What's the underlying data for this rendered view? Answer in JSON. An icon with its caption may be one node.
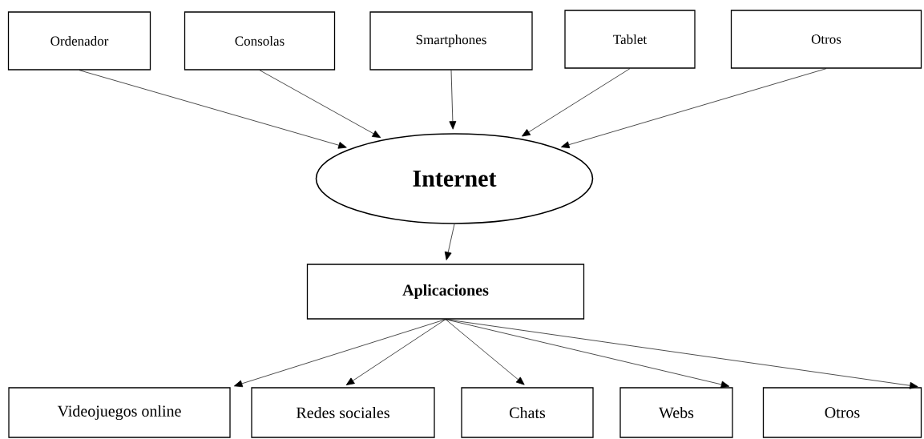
{
  "diagram": {
    "nodes": [
      {
        "text": [
          "Ordenador"
        ]
      },
      {
        "text": [
          "Consolas"
        ]
      },
      {
        "text": [
          "Smartphones"
        ]
      },
      {
        "text": [
          "Tablet"
        ]
      },
      {
        "text": [
          "Otros"
        ]
      },
      {
        "text": [
          "Internet"
        ]
      },
      {
        "text": [
          "Aplicaciones"
        ]
      },
      {
        "text": [
          "Videojuegos online"
        ]
      },
      {
        "text": [
          "Redes sociales"
        ]
      },
      {
        "text": [
          "Chats"
        ]
      },
      {
        "text": [
          "Webs"
        ]
      },
      {
        "text": [
          "Otros"
        ]
      }
    ],
    "edges": [
      {
        "from": 0,
        "to": 5,
        "arrow": "to"
      },
      {
        "from": 1,
        "to": 5,
        "arrow": "to"
      },
      {
        "from": 2,
        "to": 5,
        "arrow": "to"
      },
      {
        "from": 3,
        "to": 5,
        "arrow": "to"
      },
      {
        "from": 4,
        "to": 5,
        "arrow": "to"
      },
      {
        "from": 5,
        "to": 6,
        "arrow": "to"
      },
      {
        "from": 6,
        "to": 7,
        "arrow": "to"
      },
      {
        "from": 6,
        "to": 8,
        "arrow": "to"
      },
      {
        "from": 6,
        "to": 9,
        "arrow": "to"
      },
      {
        "from": 6,
        "to": 10,
        "arrow": "to"
      },
      {
        "from": 6,
        "to": 11,
        "arrow": "to"
      }
    ]
  }
}
